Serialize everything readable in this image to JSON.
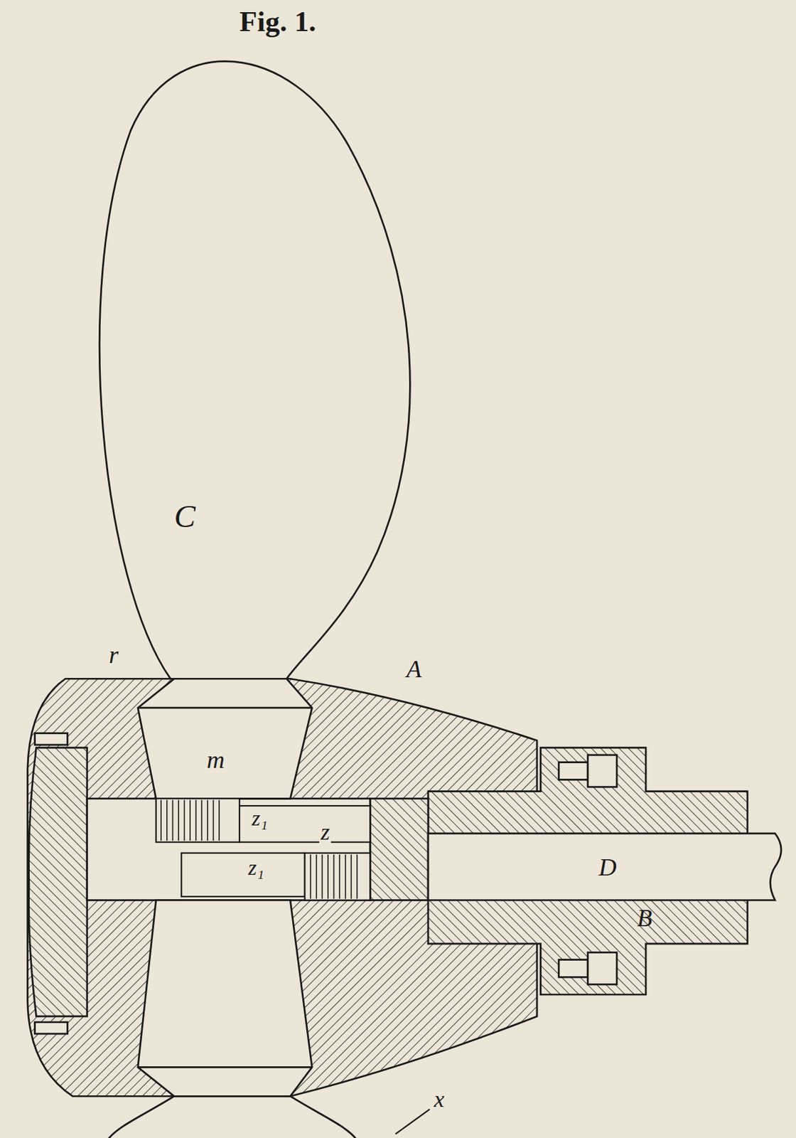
{
  "diagram": {
    "title": "Fig. 1.",
    "labels": [
      "C",
      "r",
      "A",
      "m",
      "z₁",
      "z",
      "z₁",
      "D",
      "B",
      "x"
    ]
  }
}
